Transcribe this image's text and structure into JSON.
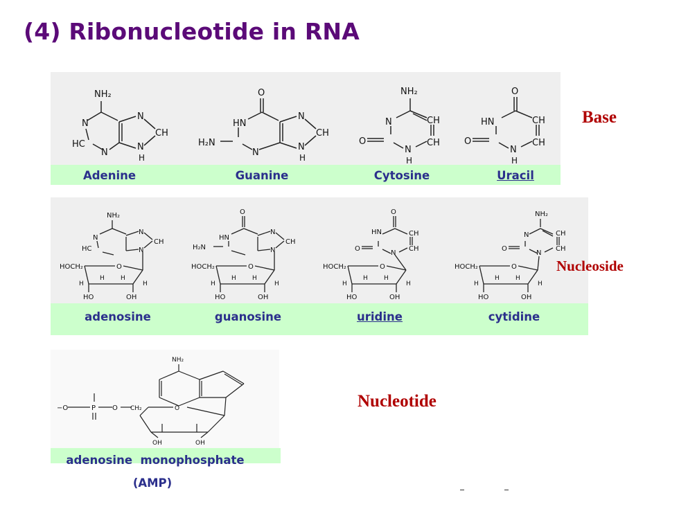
{
  "title": "(4) Ribonucleotide in RNA",
  "bases": {
    "labels": [
      "Adenine",
      "Guanine",
      "Cytosine",
      "Uracil"
    ],
    "section_label": "Base"
  },
  "nucleosides": {
    "labels": [
      "adenosine",
      "guanosine",
      "uridine",
      "cytidine"
    ],
    "section_label": "Nucleoside"
  },
  "nucleotide": {
    "label_line1": "adenosine  monophosphate",
    "label_line2": "(AMP)",
    "section_label": "Nucleotide"
  },
  "structure_text": {
    "nh2": "NH₂",
    "o": "O",
    "n": "N",
    "ch": "CH",
    "hc": "HC",
    "h": "H",
    "hn": "HN",
    "h2n": "H₂N",
    "hoch2": "HOCH₂",
    "ho": "HO",
    "oh": "OH",
    "ch2": "CH₂",
    "phosphate_o_minus": "−O",
    "phosphate_p": "P",
    "phosphate_o": "O"
  },
  "colors": {
    "title": "#5b0a78",
    "section_labels": "#b00000",
    "label_text": "#2b2f8c",
    "label_bar": "#ccffcc",
    "panel": "#efefef"
  }
}
